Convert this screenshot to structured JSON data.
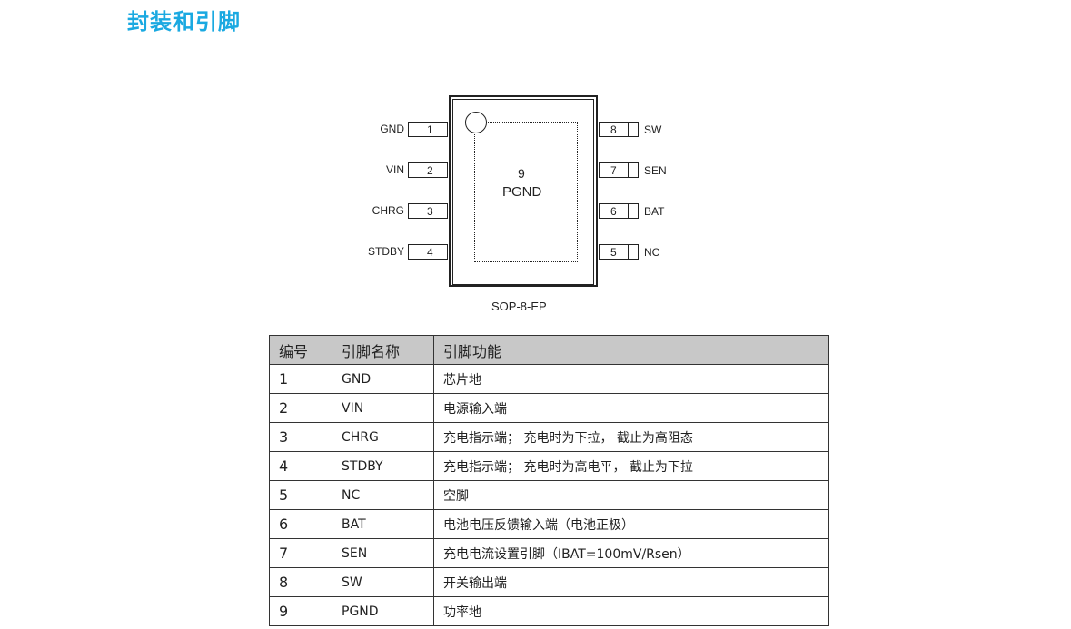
{
  "title": "封装和引脚",
  "diagram": {
    "package": "SOP-8-EP",
    "exposed_pad": {
      "number": "9",
      "name": "PGND"
    },
    "left_pins": [
      {
        "num": "1",
        "name": "GND"
      },
      {
        "num": "2",
        "name": "VIN"
      },
      {
        "num": "3",
        "name": "CHRG"
      },
      {
        "num": "4",
        "name": "STDBY"
      }
    ],
    "right_pins": [
      {
        "num": "8",
        "name": "SW"
      },
      {
        "num": "7",
        "name": "SEN"
      },
      {
        "num": "6",
        "name": "BAT"
      },
      {
        "num": "5",
        "name": "NC"
      }
    ]
  },
  "table": {
    "headers": [
      "编号",
      "引脚名称",
      "引脚功能"
    ],
    "rows": [
      [
        "1",
        "GND",
        "芯片地"
      ],
      [
        "2",
        "VIN",
        "电源输入端"
      ],
      [
        "3",
        "CHRG",
        "充电指示端； 充电时为下拉， 截止为高阻态"
      ],
      [
        "4",
        "STDBY",
        "充电指示端； 充电时为高电平， 截止为下拉"
      ],
      [
        "5",
        "NC",
        "空脚"
      ],
      [
        "6",
        "BAT",
        "电池电压反馈输入端（电池正极）"
      ],
      [
        "7",
        "SEN",
        "充电电流设置引脚（IBAT=100mV/Rsen）"
      ],
      [
        "8",
        "SW",
        "开关输出端"
      ],
      [
        "9",
        "PGND",
        "功率地"
      ]
    ]
  }
}
